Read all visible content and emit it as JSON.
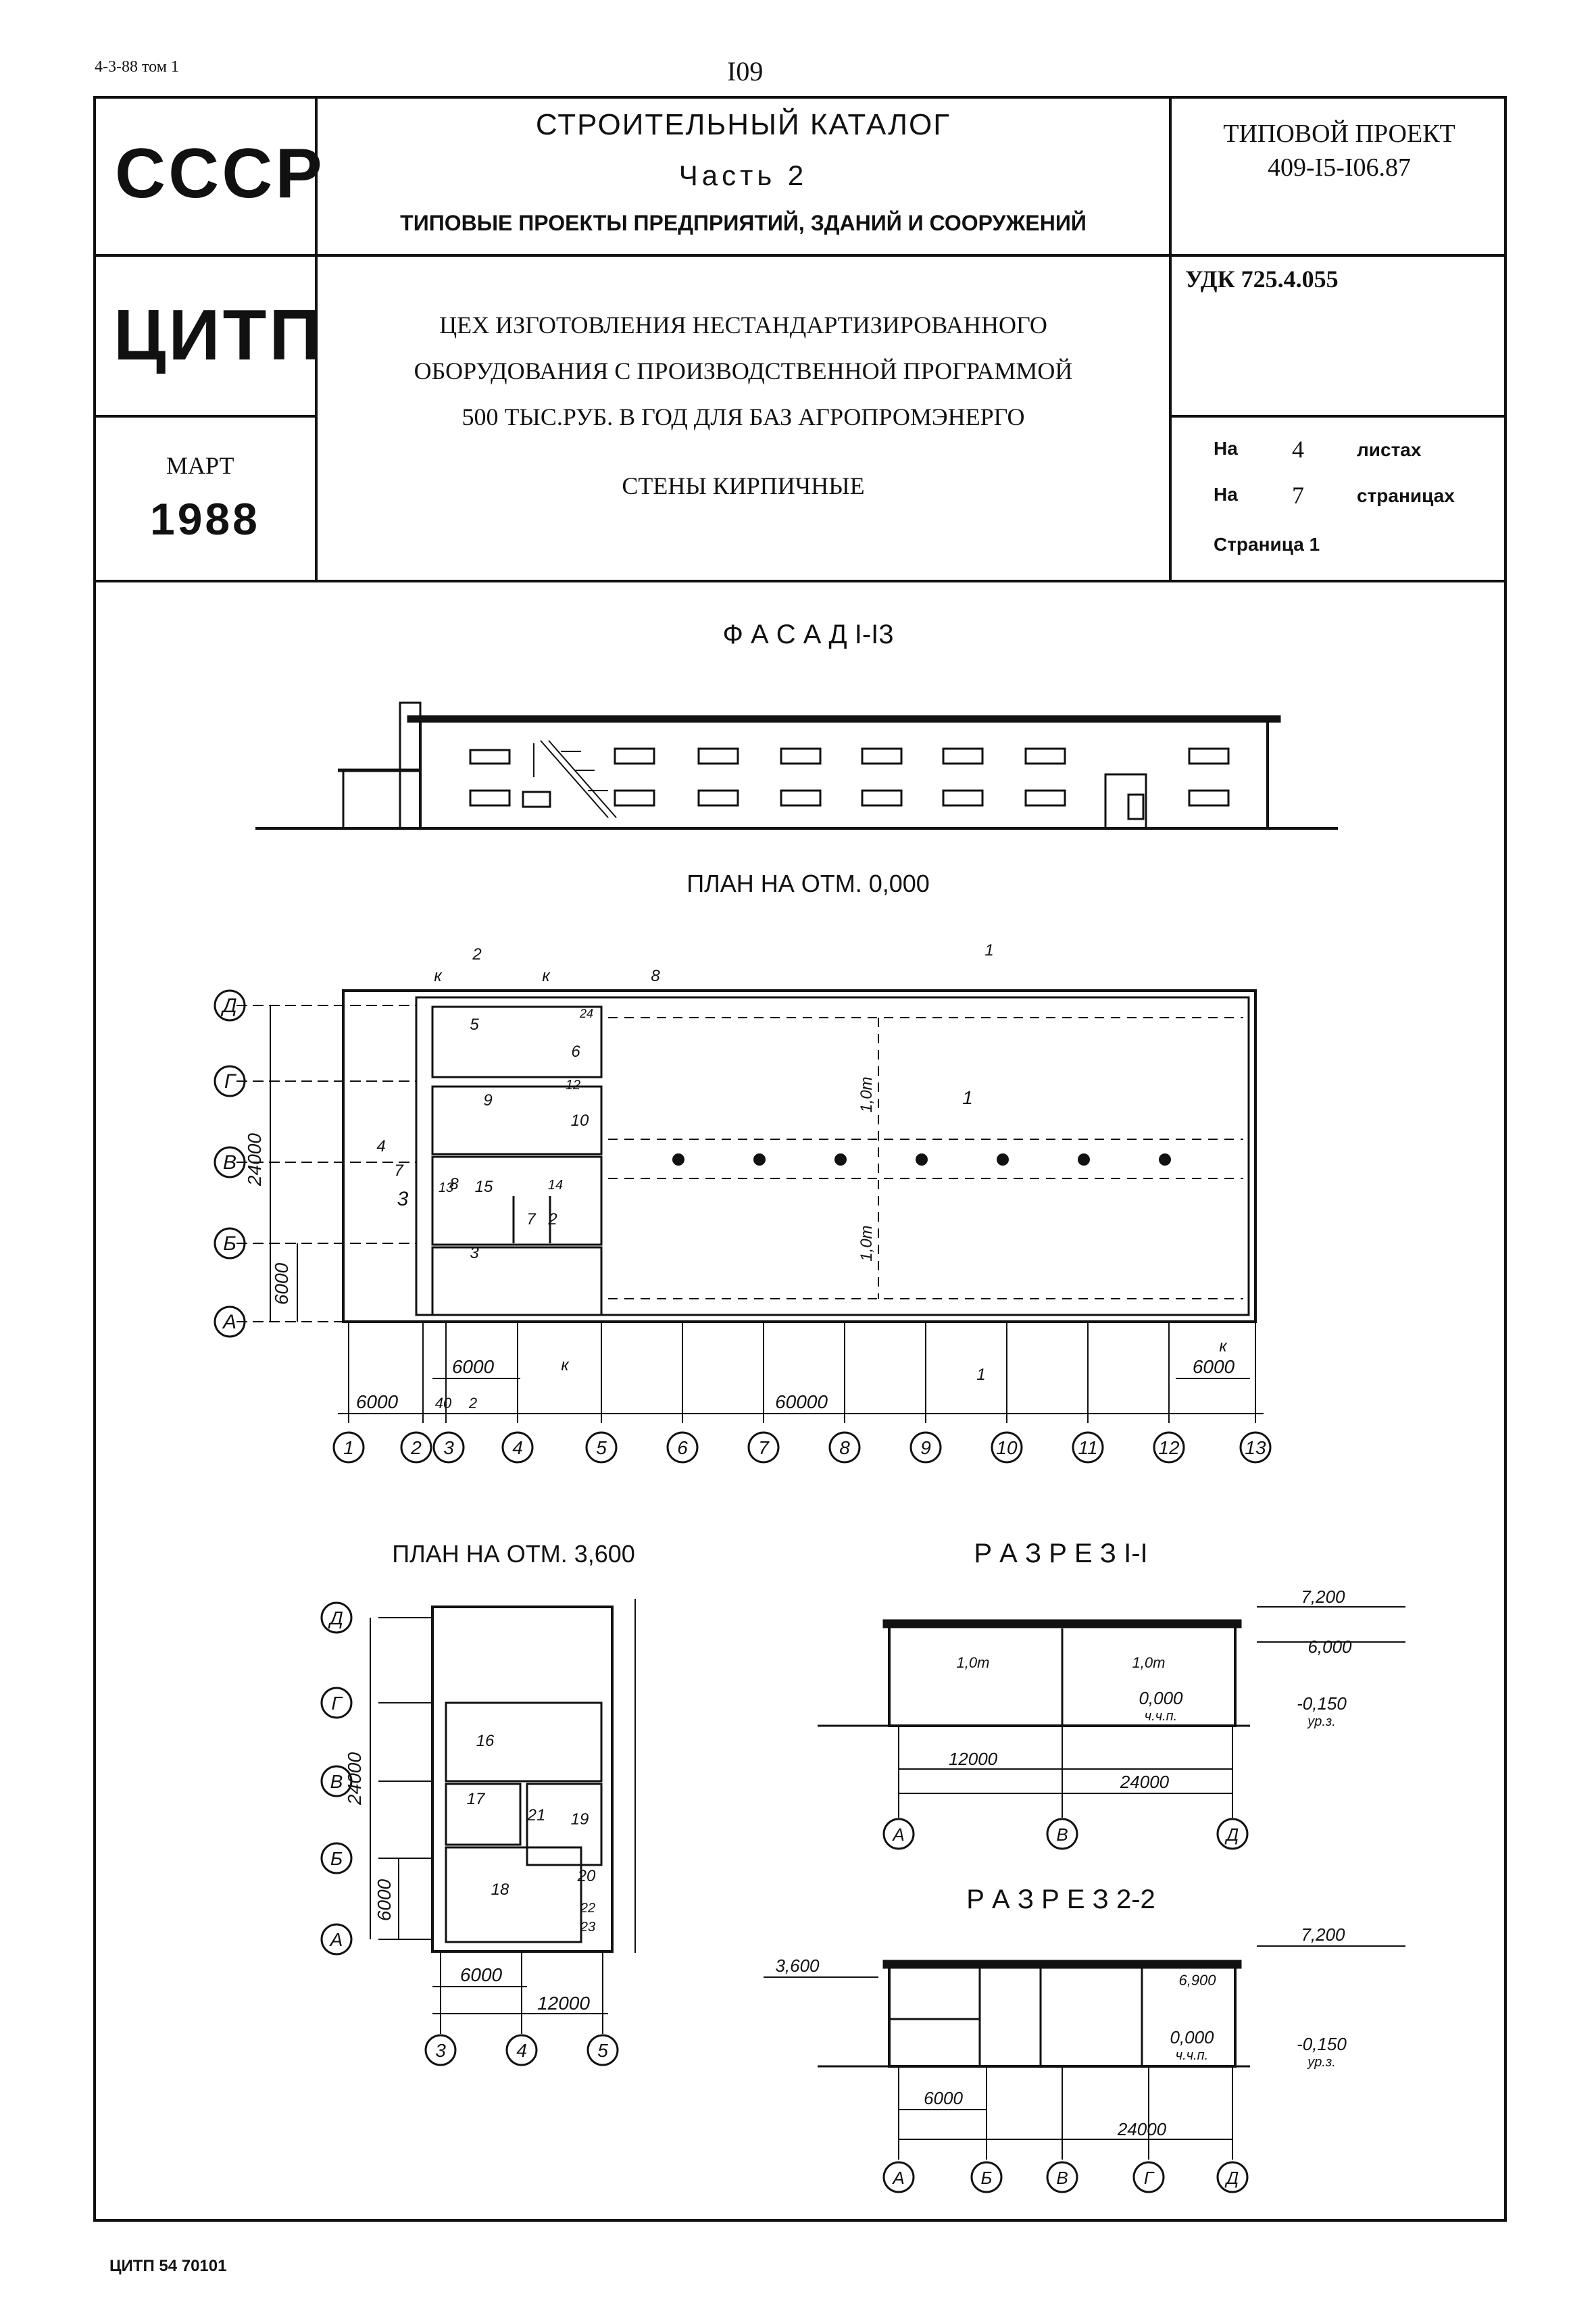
{
  "corner_ref": "4-3-88 том 1",
  "page_number": "I09",
  "header": {
    "ussr": "СССР",
    "catalog_title": "СТРОИТЕЛЬНЫЙ КАТАЛОГ",
    "part": "Часть 2",
    "part_subtitle": "ТИПОВЫЕ ПРОЕКТЫ ПРЕДПРИЯТИЙ, ЗДАНИЙ И СООРУЖЕНИЙ",
    "project_label": "ТИПОВОЙ ПРОЕКТ",
    "project_number": "409-I5-I06.87",
    "citp": "ЦИТП",
    "udk": "УДК 725.4.055",
    "month": "МАРТ",
    "year": "1988",
    "description_lines": [
      "ЦЕХ ИЗГОТОВЛЕНИЯ НЕСТАНДАРТИЗИРОВАННОГО",
      "ОБОРУДОВАНИЯ С ПРОИЗВОДСТВЕННОЙ ПРОГРАММОЙ",
      "500 ТЫС.РУБ. В ГОД ДЛЯ БАЗ АГРОПРОМЭНЕРГО"
    ],
    "section_name": "СТЕНЫ КИРПИЧНЫЕ",
    "sheets_prefix": "На",
    "sheets_count": "4",
    "sheets_word": "листах",
    "pages_prefix": "На",
    "pages_count": "7",
    "pages_word": "страницах",
    "page_label": "Страница 1"
  },
  "drawings": {
    "facade_title": "Ф А С А Д   I-I3",
    "plan0_title": "ПЛАН НА ОТМ. 0,000",
    "plan36_title": "ПЛАН НА ОТМ. 3,600",
    "section11_title": "Р А З Р Е З   I-I",
    "section22_title": "Р А З Р Е З   2-2",
    "plan0": {
      "row_axes": [
        "Д",
        "Г",
        "В",
        "Б",
        "А"
      ],
      "col_axes": [
        "1",
        "2",
        "3",
        "4",
        "5",
        "6",
        "7",
        "8",
        "9",
        "10",
        "11",
        "12",
        "13"
      ],
      "dim_24000": "24000",
      "dim_6000_left": "6000",
      "dim_6000_a": "6000",
      "dim_6000_b": "6000",
      "dim_6000_right": "6000",
      "dim_60000": "60000",
      "dim_40": "40",
      "dim_2": "2",
      "rooms": [
        "1",
        "2",
        "3",
        "5",
        "6",
        "7",
        "8",
        "9",
        "10",
        "12",
        "13",
        "14",
        "15",
        "24"
      ],
      "span_label": "1,0т",
      "markers": [
        "к",
        "к",
        "к",
        "к",
        "2",
        "8",
        "1",
        "1",
        "3",
        "4",
        "7"
      ]
    },
    "plan36": {
      "row_axes": [
        "Д",
        "Г",
        "В",
        "Б",
        "А"
      ],
      "col_axes": [
        "3",
        "4",
        "5"
      ],
      "dim_24000": "24000",
      "dim_6000_left": "6000",
      "dim_6000_bottom": "6000",
      "dim_12000": "12000",
      "rooms": [
        "16",
        "17",
        "18",
        "19",
        "20",
        "21",
        "22",
        "23"
      ]
    },
    "section11": {
      "elev_top": "7,200",
      "elev_6000": "6,000",
      "elev_0": "0,000",
      "elev_0_note": "ч.ч.п.",
      "elev_neg": "-0,150",
      "elev_neg_note": "ур.з.",
      "dim_12000": "12000",
      "dim_24000": "24000",
      "span_label": "1,0т",
      "axes": [
        "А",
        "В",
        "Д"
      ]
    },
    "section22": {
      "elev_top": "7,200",
      "elev_3600": "3,600",
      "elev_6900": "6,900",
      "elev_0": "0,000",
      "elev_0_note": "ч.ч.п.",
      "elev_neg": "-0,150",
      "elev_neg_note": "ур.з.",
      "dim_6000": "6000",
      "dim_24000": "24000",
      "axes": [
        "А",
        "Б",
        "В",
        "Г",
        "Д"
      ]
    }
  },
  "footer": "ЦИТП 54 70101"
}
